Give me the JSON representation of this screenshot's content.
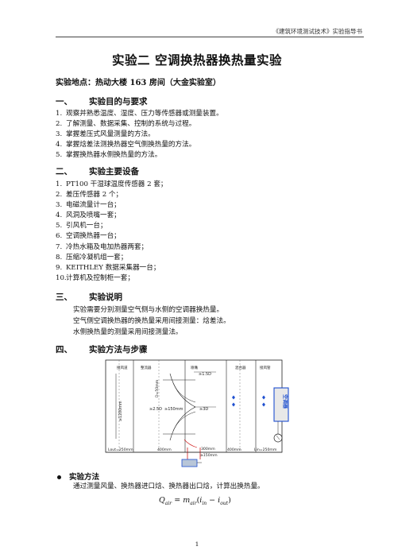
{
  "header": {
    "running_title": "《建筑环境测试技术》实验指导书"
  },
  "title": "实验二   空调换热器换热量实验",
  "location": "实验地点：热动大楼 163 房间（大金实验室）",
  "sections": [
    {
      "num": "一、",
      "title": "实验目的与要求"
    },
    {
      "num": "二、",
      "title": "实验主要设备"
    },
    {
      "num": "三、",
      "title": "实验说明"
    },
    {
      "num": "四、",
      "title": "实验方法与步骤"
    }
  ],
  "objectives": [
    {
      "n": "1.",
      "text": "观察并熟悉温度、湿度、压力等传感器或测量装置。"
    },
    {
      "n": "2.",
      "text": "了解测量、数据采集、控制的系统与过程。"
    },
    {
      "n": "3.",
      "text": "掌握差压式风量测量的方法。"
    },
    {
      "n": "4.",
      "text": "掌握焓差法测换热器空气侧换热量的方法。"
    },
    {
      "n": "5.",
      "text": "掌握换热器水侧换热量的方法。"
    }
  ],
  "equipment": [
    {
      "n": "1.",
      "text": "PT100 干湿球温度传感器 2 套；"
    },
    {
      "n": "2.",
      "text": "差压传感器 2 个；"
    },
    {
      "n": "3.",
      "text": "电磁流量计一台；"
    },
    {
      "n": "4.",
      "text": "风洞及喷嘴一套；"
    },
    {
      "n": "5.",
      "text": "引风机一台；"
    },
    {
      "n": "6.",
      "text": "空调换热器一台；"
    },
    {
      "n": "7.",
      "text": "冷热水箱及电加热器两套；"
    },
    {
      "n": "8.",
      "text": "压缩冷凝机组一套；"
    },
    {
      "n": "9.",
      "text": "KEITHLEY 数据采集器一台；"
    },
    {
      "n": "10.",
      "text": "计算机及控制柜一套；"
    }
  ],
  "explanation": [
    "实验需要分别测量空气侧与水侧的空调器换热量。",
    "空气侧空调换热器的换热量采用间接测量：焓差法。",
    "水侧换热量的测量采用间接测量法。"
  ],
  "diagram": {
    "labels": {
      "section_a": "接风道",
      "section_b": "整流器",
      "section_c": "喷嘴",
      "section_d": "混合器",
      "section_e": "接风管",
      "height": "≥1200mm",
      "pipe_dia": "D=50mm",
      "dim_15d": "≥1.5D",
      "dim_25d": "≥2.5D",
      "dim_150": "≥150mm",
      "dim_3d": "≥3D",
      "bottom_1": "Lout=250mm",
      "bottom_2": "400mm",
      "bottom_3": "300mm",
      "bottom_3b": "≥150mm",
      "bottom_4": "400mm",
      "bottom_5": "Lin=250mm",
      "box_label": "空调器"
    }
  },
  "method": {
    "bullet_title": "实验方法",
    "text": "通过测量风量、换热器进口焓、换热器出口焓，计算出换热量。",
    "formula": {
      "lhs": "Q",
      "lhs_sub": "air",
      "m": "m",
      "m_sub": "air",
      "i1": "i",
      "i1_sub": "in",
      "i2": "i",
      "i2_sub": "out"
    }
  },
  "page_number": "1",
  "colors": {
    "accent_blue": "#1e4fd0",
    "accent_red": "#d01818"
  }
}
